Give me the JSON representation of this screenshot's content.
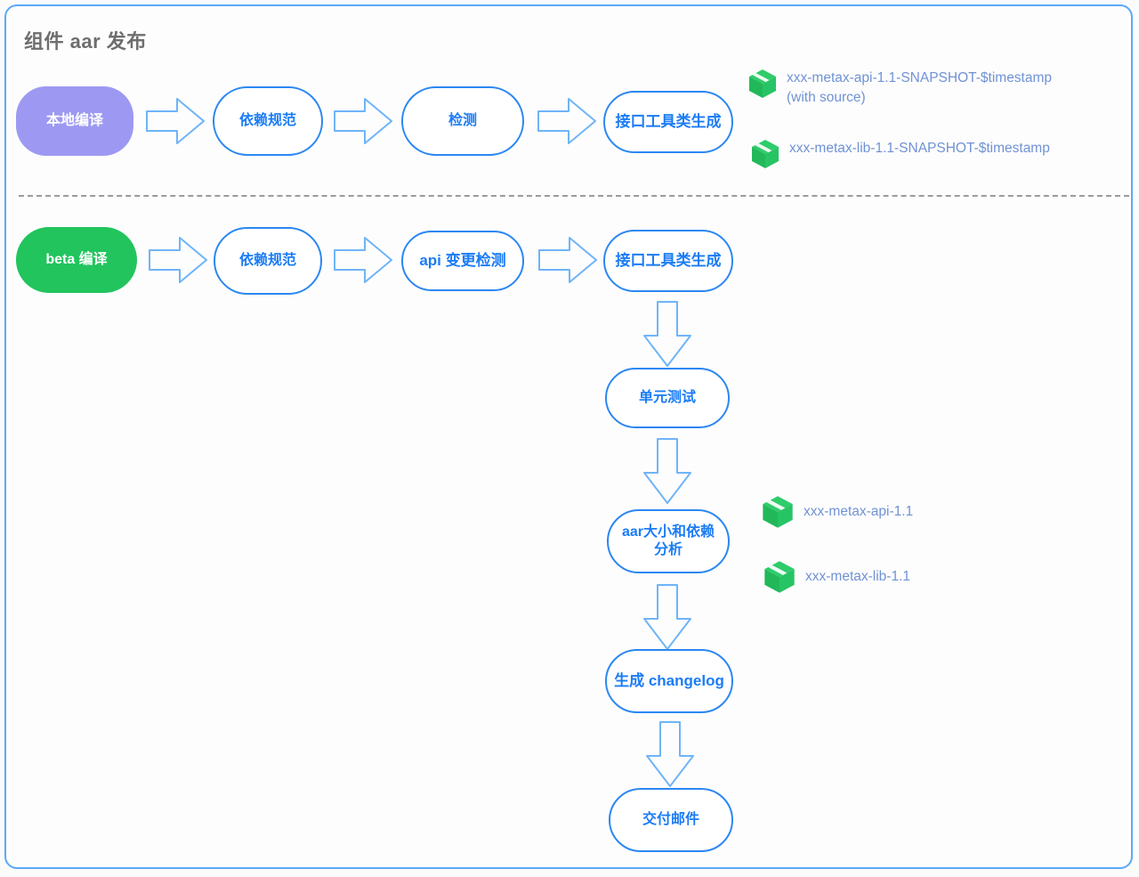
{
  "diagram": {
    "title": "组件 aar 发布",
    "colors": {
      "frame_border": "#5aa9f8",
      "node_outline": "#2b87f3",
      "node_text": "#1b7cf5",
      "purple_node": "#9d99f2",
      "green_node": "#21c45d",
      "package_icon": "#21c45d",
      "package_text": "#7092d4",
      "divider": "#9b9b9b",
      "title_text": "#6e6e6e"
    },
    "lanes": [
      {
        "id": "local-lane",
        "nodes": [
          {
            "id": "local-build",
            "label": "本地编译",
            "style": "filled-purple"
          },
          {
            "id": "dep-spec-1",
            "label": "依赖规范",
            "style": "outline"
          },
          {
            "id": "check",
            "label": "检测",
            "style": "outline"
          },
          {
            "id": "iface-gen-1",
            "label": "接口工具类生成",
            "style": "outline"
          }
        ],
        "artifacts": [
          {
            "id": "artifact-api-snapshot",
            "icon": "package-box-icon",
            "label": "xxx-metax-api-1.1-SNAPSHOT-$timestamp\n(with source)"
          },
          {
            "id": "artifact-lib-snapshot",
            "icon": "package-box-icon",
            "label": "xxx-metax-lib-1.1-SNAPSHOT-$timestamp"
          }
        ]
      },
      {
        "id": "beta-lane",
        "nodes": [
          {
            "id": "beta-build",
            "label": "beta 编译",
            "style": "filled-green"
          },
          {
            "id": "dep-spec-2",
            "label": "依赖规范",
            "style": "outline"
          },
          {
            "id": "api-change-detect",
            "label": "api 变更检测",
            "style": "outline"
          },
          {
            "id": "iface-gen-2",
            "label": "接口工具类生成",
            "style": "outline"
          }
        ],
        "vertical_nodes": [
          {
            "id": "unit-test",
            "label": "单元测试",
            "style": "outline"
          },
          {
            "id": "aar-size-dep-analysis",
            "label": "aar大小和依赖\n分析",
            "style": "outline"
          },
          {
            "id": "gen-changelog",
            "label": "生成 changelog",
            "style": "outline"
          },
          {
            "id": "delivery-mail",
            "label": "交付邮件",
            "style": "outline"
          }
        ],
        "artifacts": [
          {
            "id": "artifact-api-release",
            "icon": "package-box-icon",
            "label": "xxx-metax-api-1.1"
          },
          {
            "id": "artifact-lib-release",
            "icon": "package-box-icon",
            "label": "xxx-metax-lib-1.1"
          }
        ]
      }
    ]
  }
}
